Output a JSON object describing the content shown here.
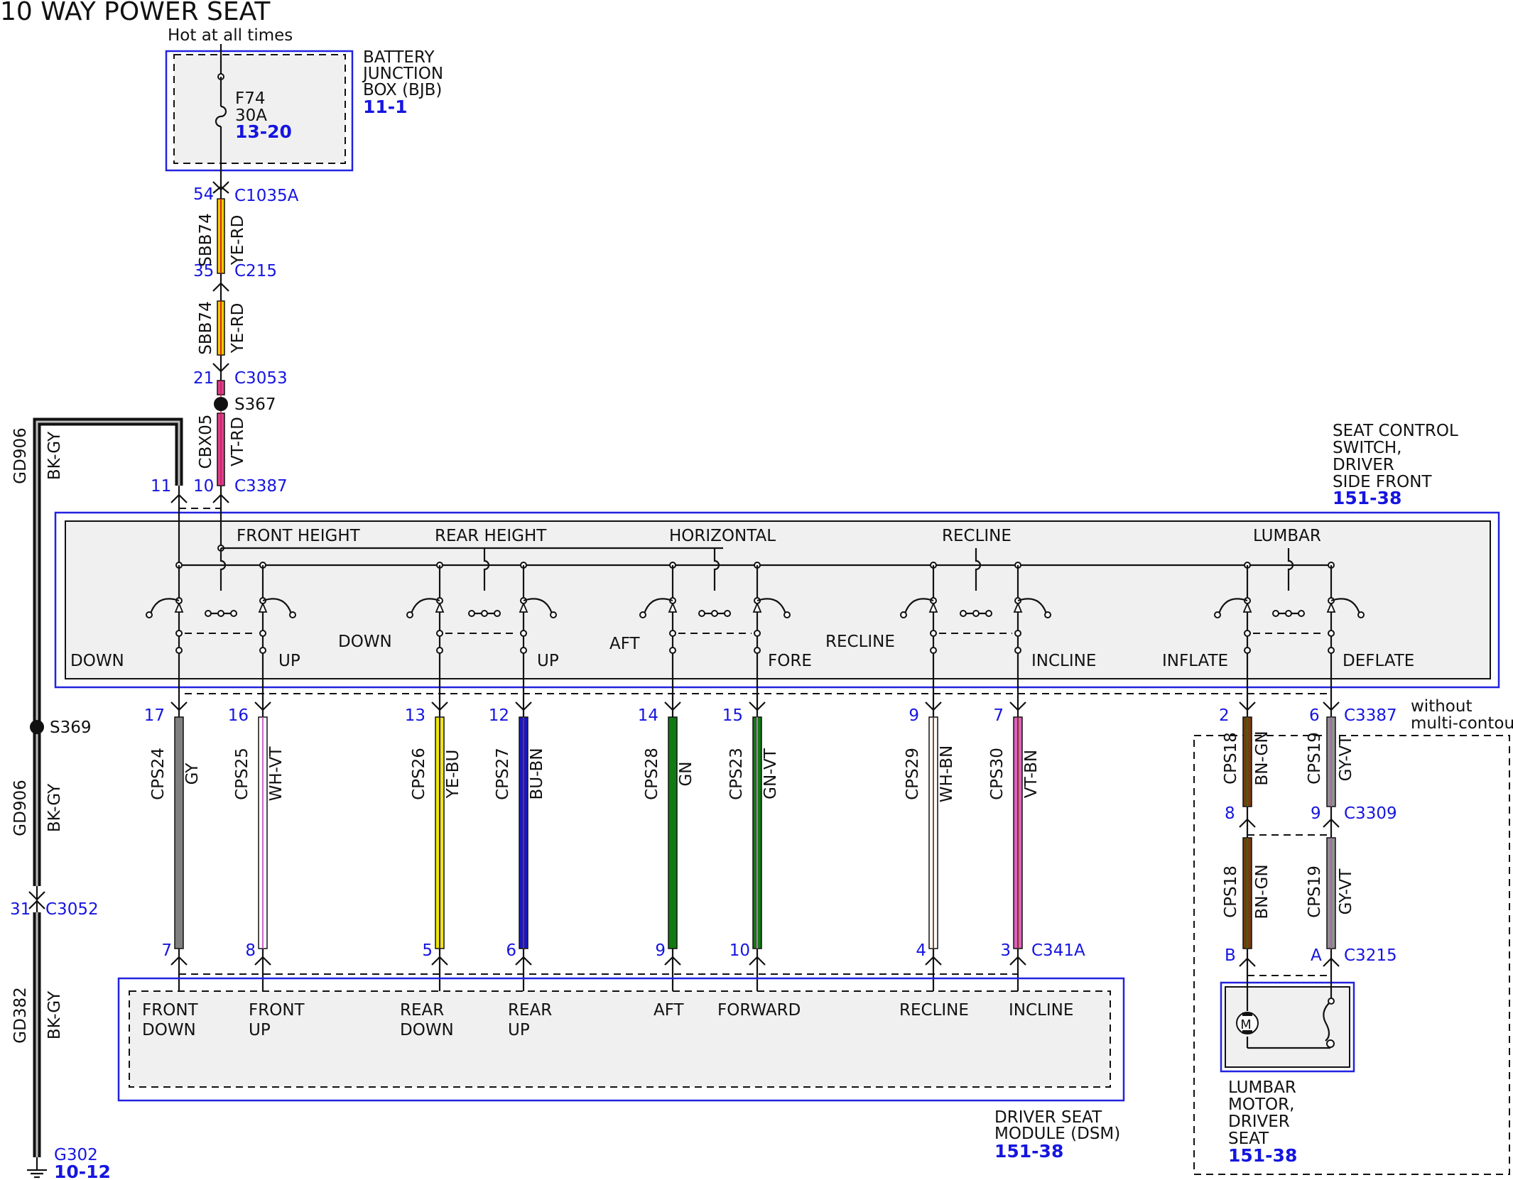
{
  "title": "10 WAY POWER SEAT",
  "hot_label": "Hot at all times",
  "bjb": {
    "name_lines": [
      "BATTERY",
      "JUNCTION",
      "BOX (BJB)"
    ],
    "ref": "11-1",
    "fuse": "F74",
    "rating": "30A",
    "fuse_ref": "13-20"
  },
  "feed_connectors": [
    {
      "pin": "54",
      "name": "C1035A"
    },
    {
      "pin": "35",
      "name": "C215"
    },
    {
      "pin": "21",
      "name": "C3053"
    },
    {
      "pin": "10",
      "name": "C3387"
    },
    {
      "pin": "11"
    }
  ],
  "feed_wires": [
    {
      "circuit": "SBB74",
      "color": "YE-RD"
    },
    {
      "circuit": "SBB74",
      "color": "YE-RD"
    },
    {
      "circuit": "CBX05",
      "color": "VT-RD"
    }
  ],
  "splices": [
    "S367",
    "S369"
  ],
  "ground_wires": [
    {
      "circuit": "GD906",
      "color": "BK-GY"
    },
    {
      "circuit": "GD906",
      "color": "BK-GY"
    },
    {
      "circuit": "GD382",
      "color": "BK-GY"
    }
  ],
  "ground_connector": {
    "pin": "31",
    "name": "C3052"
  },
  "ground": {
    "name": "G302",
    "ref": "10-12"
  },
  "switch": {
    "name_lines": [
      "SEAT CONTROL",
      "SWITCH,",
      "DRIVER",
      "SIDE FRONT"
    ],
    "ref": "151-38",
    "groups": [
      {
        "label": "FRONT HEIGHT",
        "left": "DOWN",
        "right": "UP"
      },
      {
        "label": "REAR HEIGHT",
        "left": "DOWN",
        "right": "UP"
      },
      {
        "label": "HORIZONTAL",
        "left": "AFT",
        "right": "FORE"
      },
      {
        "label": "RECLINE",
        "left": "RECLINE",
        "right": "INCLINE"
      },
      {
        "label": "LUMBAR",
        "left": "INFLATE",
        "right": "DEFLATE"
      }
    ],
    "bottom_connector": "C3387"
  },
  "switch_wires": [
    {
      "top_pin": "17",
      "circuit": "CPS24",
      "color": "GY",
      "bottom_pin": "7",
      "fill": "#808080",
      "stripe": ""
    },
    {
      "top_pin": "16",
      "circuit": "CPS25",
      "color": "WH-VT",
      "bottom_pin": "8",
      "fill": "#ffffff",
      "stripe": "#cc66cc"
    },
    {
      "top_pin": "13",
      "circuit": "CPS26",
      "color": "YE-BU",
      "bottom_pin": "5",
      "fill": "#f2e600",
      "stripe": "#1a1acc"
    },
    {
      "top_pin": "12",
      "circuit": "CPS27",
      "color": "BU-BN",
      "bottom_pin": "6",
      "fill": "#1818c8",
      "stripe": "#7a3a10"
    },
    {
      "top_pin": "14",
      "circuit": "CPS28",
      "color": "GN",
      "bottom_pin": "9",
      "fill": "#127a12",
      "stripe": ""
    },
    {
      "top_pin": "15",
      "circuit": "CPS23",
      "color": "GN-VT",
      "bottom_pin": "10",
      "fill": "#127a12",
      "stripe": "#cc66cc"
    },
    {
      "top_pin": "9",
      "circuit": "CPS29",
      "color": "WH-BN",
      "bottom_pin": "4",
      "fill": "#ffffff",
      "stripe": "#8a4a20"
    },
    {
      "top_pin": "7",
      "circuit": "CPS30",
      "color": "VT-BN",
      "bottom_pin": "3",
      "fill": "#e060c0",
      "stripe": "#7a3a10"
    }
  ],
  "dsm": {
    "connector": "C341A",
    "inputs": [
      [
        "FRONT",
        "DOWN"
      ],
      [
        "FRONT",
        "UP"
      ],
      [
        "REAR",
        "DOWN"
      ],
      [
        "REAR",
        "UP"
      ],
      [
        "AFT"
      ],
      [
        "FORWARD"
      ],
      [
        "RECLINE"
      ],
      [
        "INCLINE"
      ]
    ],
    "name_lines": [
      "DRIVER SEAT",
      "MODULE (DSM)"
    ],
    "ref": "151-38"
  },
  "lumbar": {
    "option_lines": [
      "without",
      "multi-contour"
    ],
    "top_pins": [
      "2",
      "6"
    ],
    "mid_pins": [
      "8",
      "9"
    ],
    "mid_connector": "C3309",
    "bottom_pins": [
      "B",
      "A"
    ],
    "bottom_connector": "C3215",
    "wires": [
      {
        "circuit": "CPS18",
        "color": "BN-GN",
        "fill": "#7a3a10",
        "stripe": "#127a12"
      },
      {
        "circuit": "CPS19",
        "color": "GY-VT",
        "fill": "#909090",
        "stripe": "#b060b0"
      }
    ],
    "motor_symbol": "M",
    "motor_lines": [
      "LUMBAR",
      "MOTOR,",
      "DRIVER",
      "SEAT"
    ],
    "motor_ref": "151-38"
  }
}
